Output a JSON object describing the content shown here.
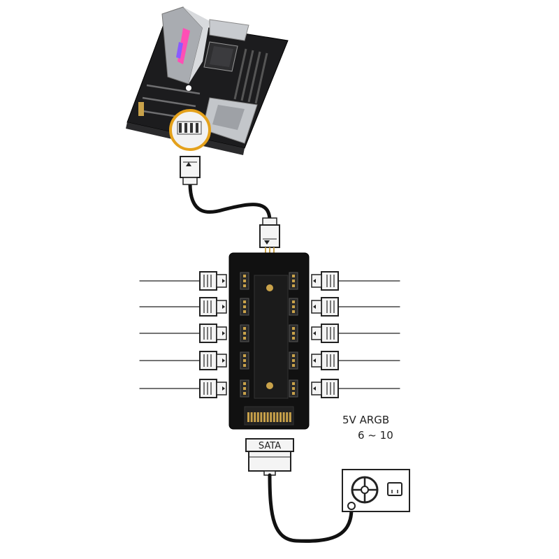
{
  "labels": {
    "sata": "SATA",
    "argb_spec": "5V ARGB",
    "fan_count": "6 ~ 10"
  },
  "colors": {
    "hub_body": "#111111",
    "cable": "#111111",
    "pcb_gold": "#c9a24a",
    "heatsink": "#b9bcc0",
    "rgb_accent": "#ff4fb5"
  },
  "hub": {
    "left_ports": 5,
    "right_ports": 5
  },
  "icons": [
    "motherboard",
    "argb-header-callout",
    "power-outlet-icon"
  ]
}
